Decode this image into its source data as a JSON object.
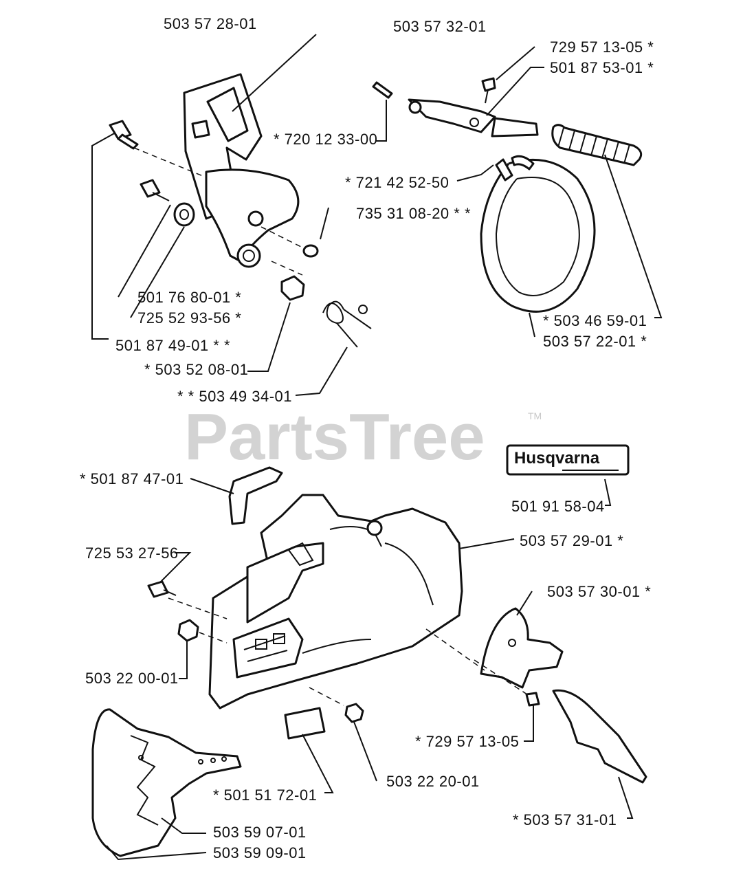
{
  "watermark": {
    "text": "PartsTree",
    "trademark": "TM"
  },
  "decal": {
    "brand": "Husqvarna"
  },
  "labels": {
    "p_503572801": "503 57 28-01",
    "p_503573201": "503 57 32-01",
    "p_729571305_top": "729 57 13-05  *",
    "p_501875301": "501 87 53-01  *",
    "p_720123300": "*  720 12 33-00",
    "p_721425250": "*  721 42 52-50",
    "p_735310820": "735 31 08-20  * *",
    "p_501768001": "501 76 80-01  *",
    "p_725529356": "725 52 93-56  *",
    "p_501874901": "501 87 49-01  * *",
    "p_503520801": "*  503 52 08-01",
    "p_503493401": "* *  503 49 34-01",
    "p_503465901": "*  503 46 59-01",
    "p_503572201": "503 57 22-01  *",
    "p_501874701": "*  501 87 47-01",
    "p_501915804": "501 91 58-04",
    "p_503572901": "503 57 29-01  *",
    "p_725532756": "725 53 27-56",
    "p_503573001": "503 57 30-01  *",
    "p_503220001": "503 22 00-01",
    "p_729571305_bot": "*  729 57 13-05",
    "p_501517201": "*  501 51 72-01",
    "p_503222001": "503 22 20-01",
    "p_503573101": "*  503 57 31-01",
    "p_503590701": "503 59 07-01",
    "p_503590901": "503 59 09-01"
  }
}
